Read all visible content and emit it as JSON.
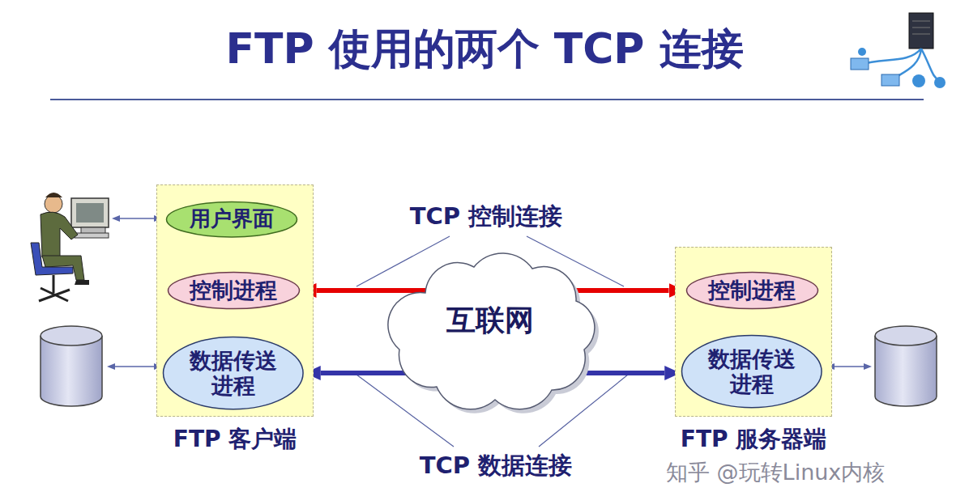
{
  "diagram": {
    "title": "FTP 使用的两个 TCP 连接",
    "nodes": [
      {
        "text": [
          "FTP 客户端"
        ]
      },
      {
        "text": [
          "用户界面"
        ],
        "in": 0
      },
      {
        "text": [
          "控制进程"
        ],
        "in": 0
      },
      {
        "text": [
          "数据传送进程"
        ],
        "in": 0
      },
      {
        "text": [
          "FTP 服务器端"
        ]
      },
      {
        "text": [
          "控制进程"
        ],
        "in": 4
      },
      {
        "text": [
          "数据传送进程"
        ],
        "in": 4
      },
      {
        "text": [
          "互联网"
        ]
      }
    ],
    "edges": [
      {
        "from": 2,
        "to": 5,
        "arrow": "both",
        "label": "TCP 控制连接"
      },
      {
        "from": 3,
        "to": 6,
        "arrow": "both",
        "label": "TCP 数据连接"
      },
      {
        "from": 2,
        "to": 3,
        "arrow": "none"
      },
      {
        "from": 5,
        "to": 6,
        "arrow": "none"
      }
    ],
    "labels": [
      "知乎 @玩转Linux内核"
    ]
  }
}
